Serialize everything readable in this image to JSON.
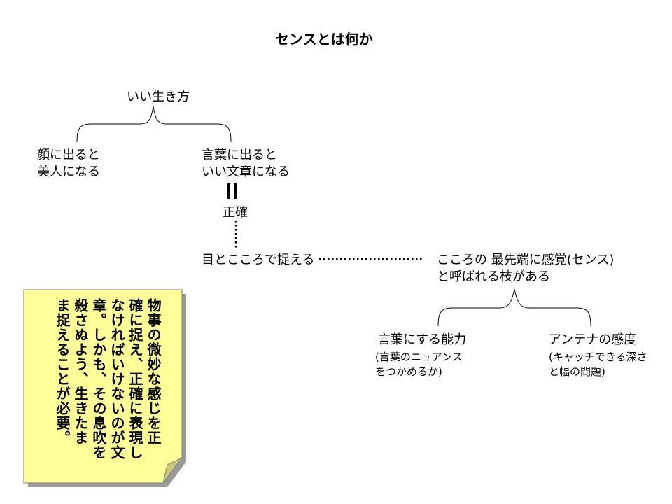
{
  "title": "センスとは何か",
  "root": "いい生き方",
  "face": [
    "顔に出ると",
    "美人になる"
  ],
  "words": [
    "言葉に出ると",
    "いい文章になる"
  ],
  "accurate": "正確",
  "capture": "目とこころで捉える",
  "sense": [
    "こころの 最先端に感覚(センス)",
    "と呼ばれる枝がある"
  ],
  "ability": {
    "title": "言葉にする能力",
    "detail": [
      "(言葉のニュアンス",
      "をつかめるか)"
    ]
  },
  "antenna": {
    "title": "アンテナの感度",
    "detail": [
      "(キャッチできる深さ",
      "と幅の問題)"
    ]
  },
  "note": {
    "lines": [
      "物事の微妙な感じを正",
      "確に捉え、正確に表現し",
      "なければいけないのが文",
      "章。しかも、その息吹を",
      "殺さぬよう、生きたま",
      "ま捉えることが必要。"
    ],
    "fill_color": "#ffff99",
    "border_color": "#7f7f7f"
  }
}
